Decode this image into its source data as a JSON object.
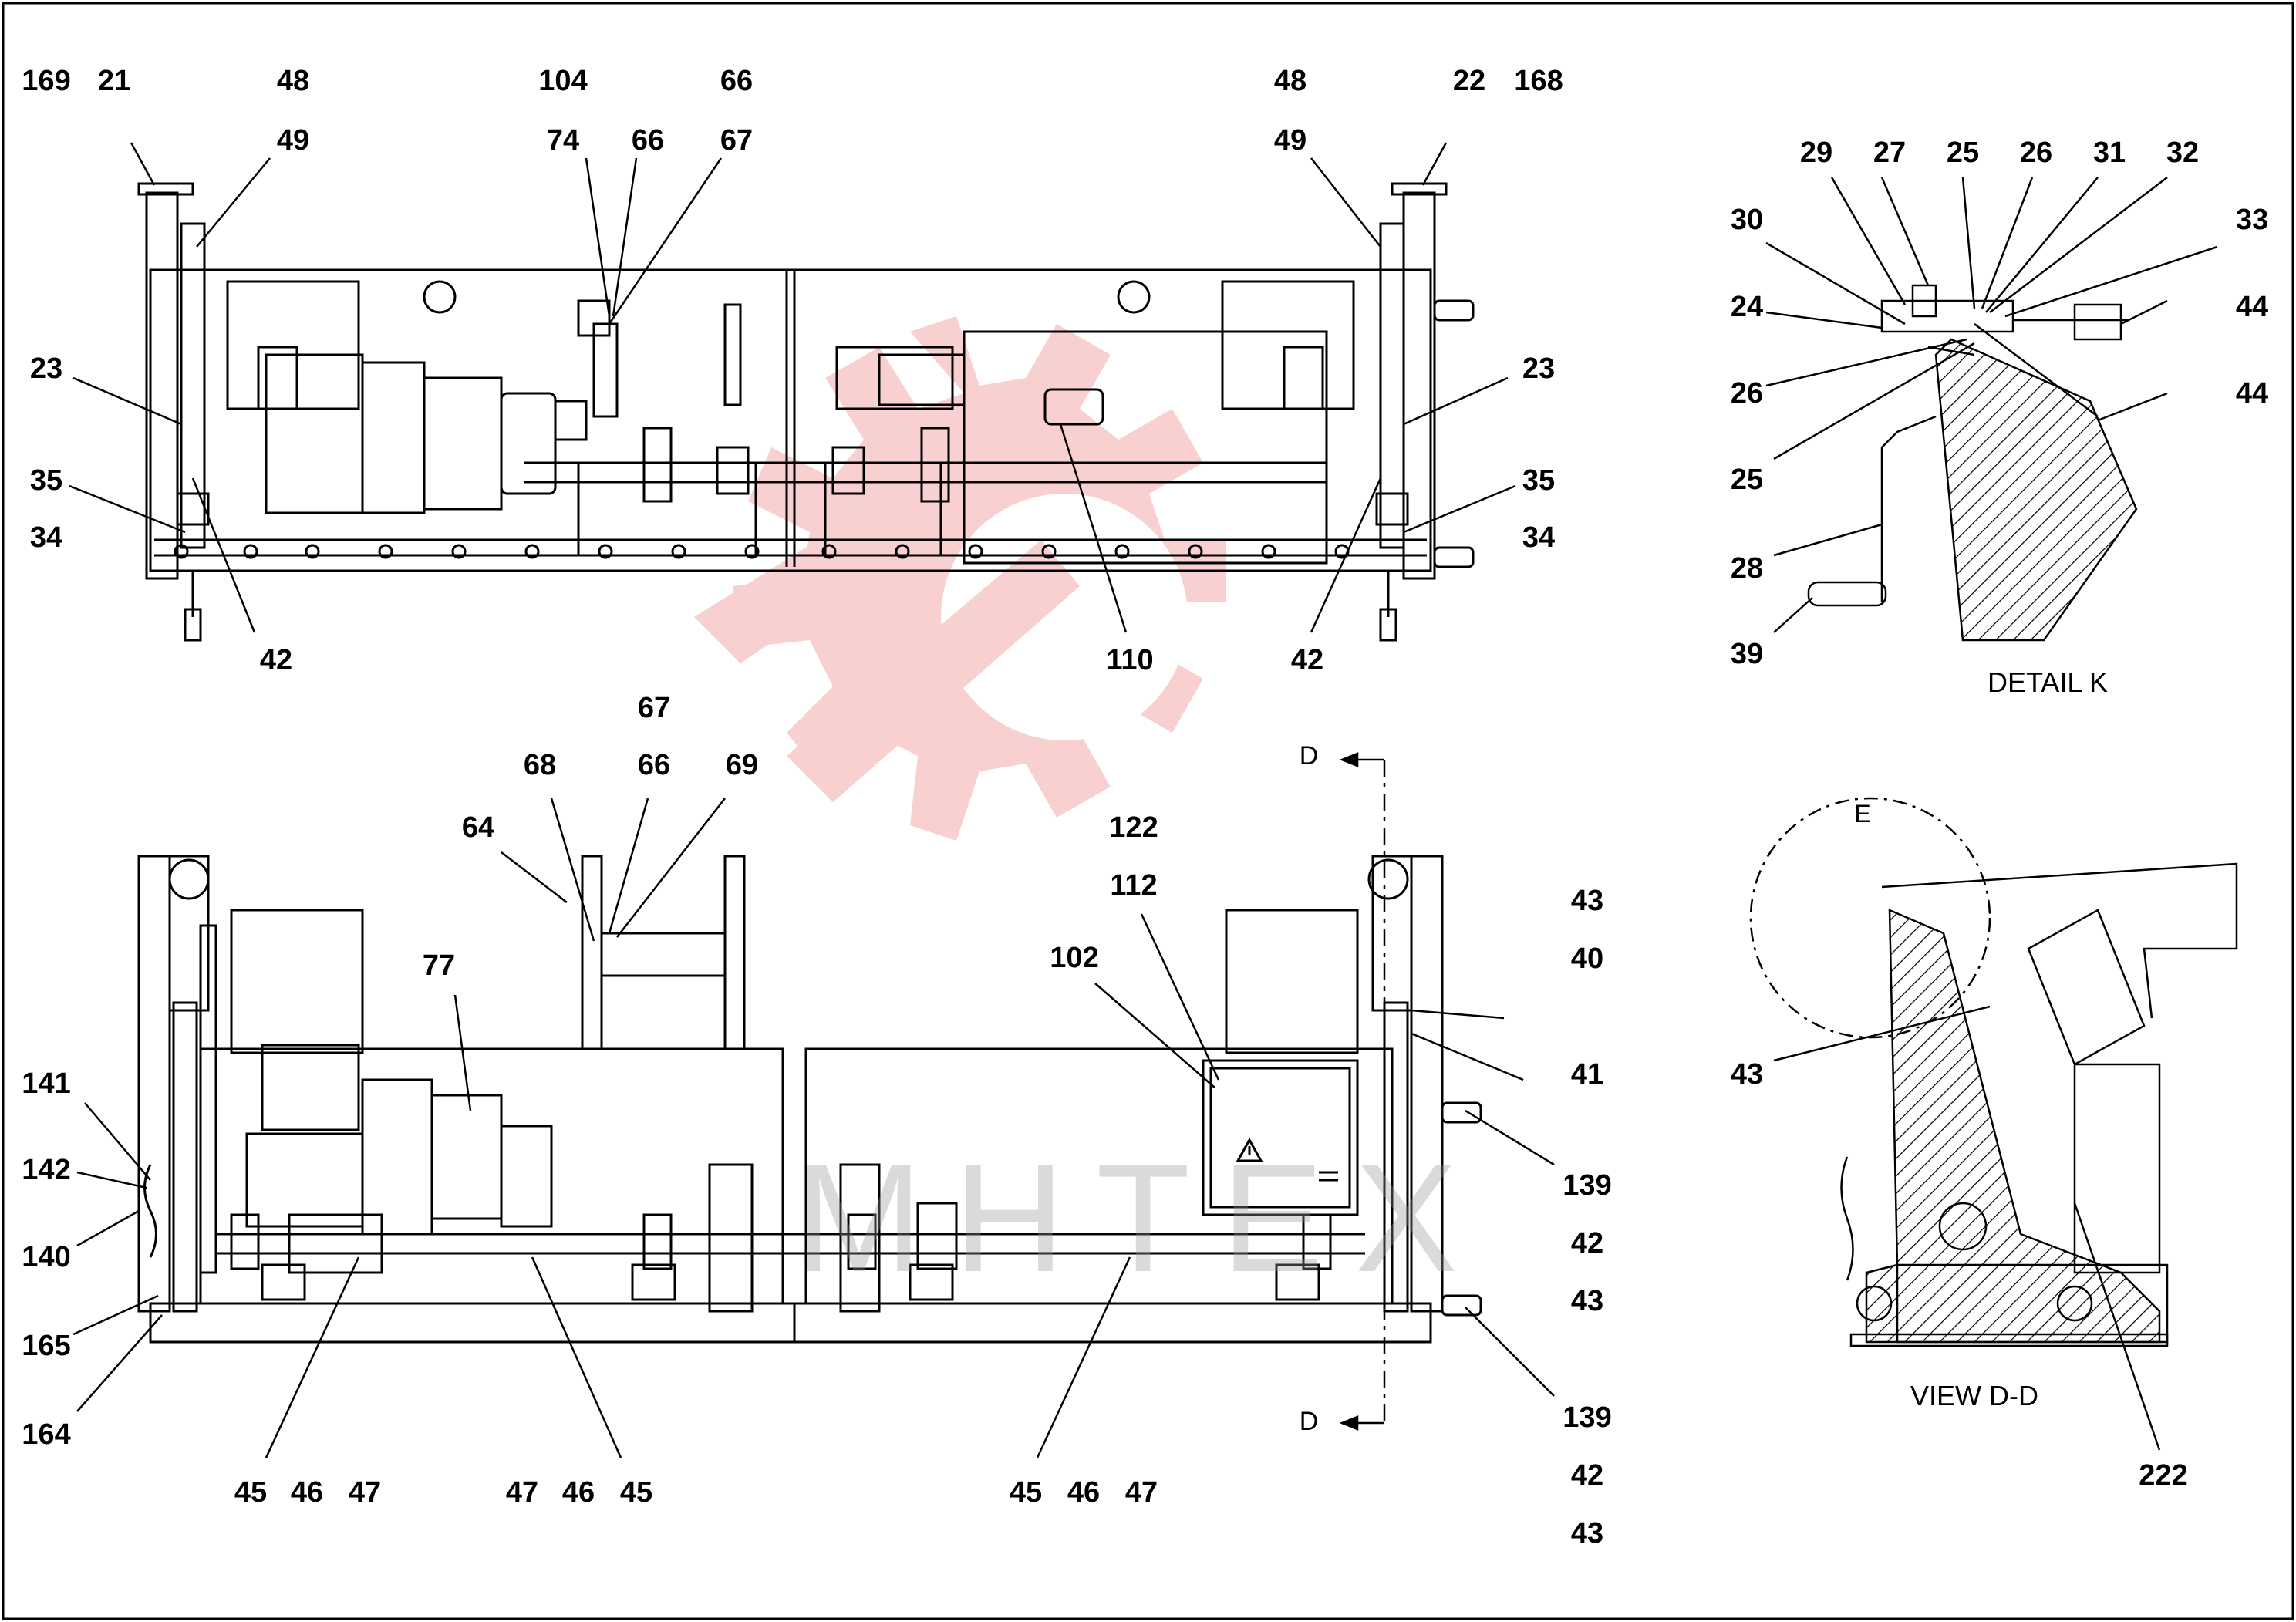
{
  "watermark": "МНТЕХ",
  "colors": {
    "line": "#000000",
    "watermark_red": "#f6c9c9",
    "watermark_text": "#a0a0a0"
  },
  "captions": {
    "detail_k": "DETAIL K",
    "view_dd": "VIEW D-D",
    "section_d_top": "D",
    "section_d_bottom": "D",
    "detail_e": "E"
  },
  "labels": {
    "top_view": [
      "169",
      "21",
      "48",
      "49",
      "104",
      "66",
      "74",
      "66",
      "67",
      "48",
      "49",
      "22",
      "168",
      "23",
      "35",
      "34",
      "42",
      "110",
      "23",
      "35",
      "34",
      "42"
    ],
    "front_view": [
      "67",
      "68",
      "66",
      "69",
      "64",
      "122",
      "112",
      "102",
      "77",
      "43",
      "40",
      "41",
      "141",
      "142",
      "140",
      "165",
      "164",
      "45",
      "46",
      "47",
      "47",
      "46",
      "45",
      "45",
      "46",
      "47",
      "139",
      "42",
      "43",
      "139",
      "42",
      "43"
    ],
    "detail_k": [
      "29",
      "27",
      "25",
      "26",
      "31",
      "32",
      "30",
      "33",
      "24",
      "44",
      "26",
      "44",
      "25",
      "28",
      "39"
    ],
    "view_dd": [
      "43",
      "222"
    ]
  },
  "icons": [
    "warning-triangle-icon",
    "watermark-logo-icon"
  ]
}
